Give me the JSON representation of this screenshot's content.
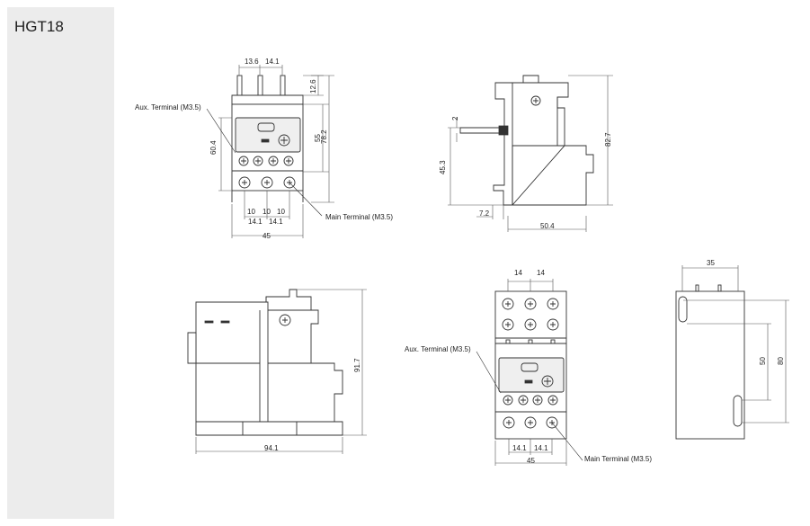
{
  "model": "HGT18",
  "labels": {
    "aux_terminal": "Aux. Terminal (M3.5)",
    "main_terminal": "Main Terminal (M3.5)"
  },
  "dims": {
    "front_top": {
      "d1": "13.6",
      "d2": "14.1",
      "d3": "12.6",
      "d4": "55",
      "d5": "78.2",
      "d6": "60.4",
      "d7": "10",
      "d8": "10",
      "d9": "10",
      "d10": "14.1",
      "d11": "14.1",
      "d12": "45"
    },
    "side": {
      "d1": "2",
      "d2": "82.7",
      "d3": "45.3",
      "d4": "7.2",
      "d5": "50.4"
    },
    "side_large": {
      "d1": "91.7",
      "d2": "94.1"
    },
    "front_bottom": {
      "d1": "14",
      "d2": "14",
      "d3": "14.1",
      "d4": "14.1",
      "d5": "45"
    },
    "back": {
      "d1": "35",
      "d2": "50",
      "d3": "80"
    }
  },
  "colors": {
    "sidebar": "#ececec",
    "line": "#333333"
  }
}
